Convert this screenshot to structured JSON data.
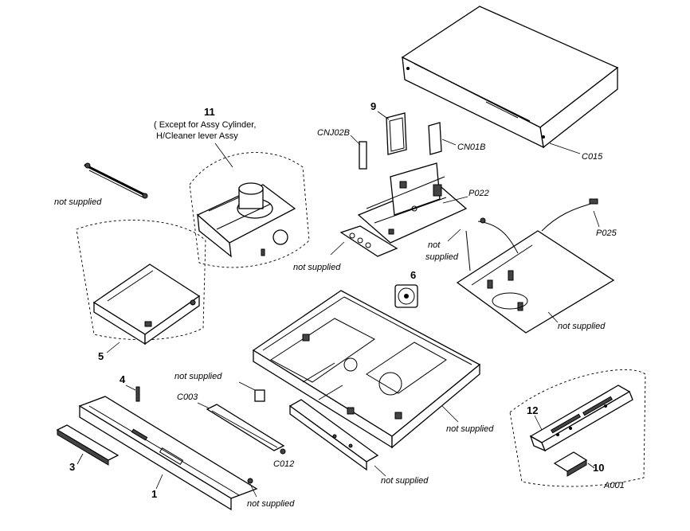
{
  "labels": {
    "part_11": "11",
    "note_11_line1": "( Except for Assy Cylinder,",
    "note_11_line2": "H/Cleaner lever Assy",
    "part_9": "9",
    "cnj02b": "CNJ02B",
    "cn01b": "CN01B",
    "c015": "C015",
    "p022": "P022",
    "p025": "P025",
    "not_supplied_rail": "not supplied",
    "not_supplied_board": "not supplied",
    "not_supplied_mid_1": "not",
    "not_supplied_mid_2": "supplied",
    "not_supplied_rear": "not supplied",
    "part_6": "6",
    "part_5": "5",
    "part_4": "4",
    "not_supplied_clip": "not supplied",
    "c003": "C003",
    "c012": "C012",
    "part_3": "3",
    "part_1": "1",
    "not_supplied_front": "not supplied",
    "not_supplied_frontboard": "not supplied",
    "not_supplied_chassis": "not supplied",
    "part_12": "12",
    "part_10": "10",
    "a001": "A001"
  }
}
